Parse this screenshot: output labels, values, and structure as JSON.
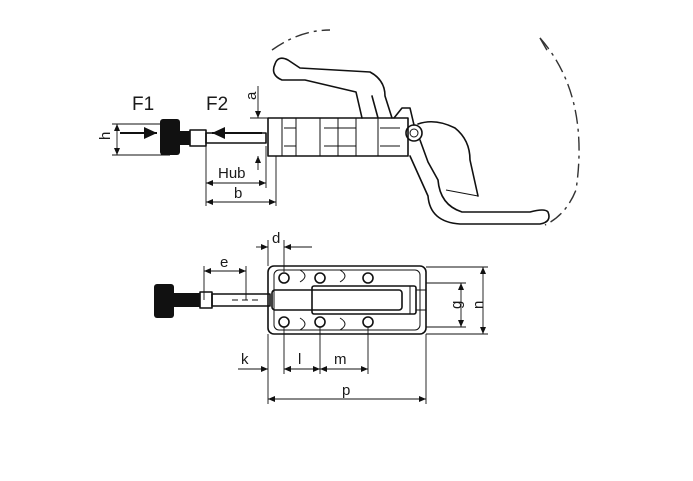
{
  "labels": {
    "F1": "F1",
    "F2": "F2",
    "a": "a",
    "h": "h",
    "Hub": "Hub",
    "b": "b",
    "d": "d",
    "e": "e",
    "g": "g",
    "n": "n",
    "k": "k",
    "l": "l",
    "m": "m",
    "p": "p"
  },
  "colors": {
    "line": "#111111",
    "background": "#ffffff"
  }
}
